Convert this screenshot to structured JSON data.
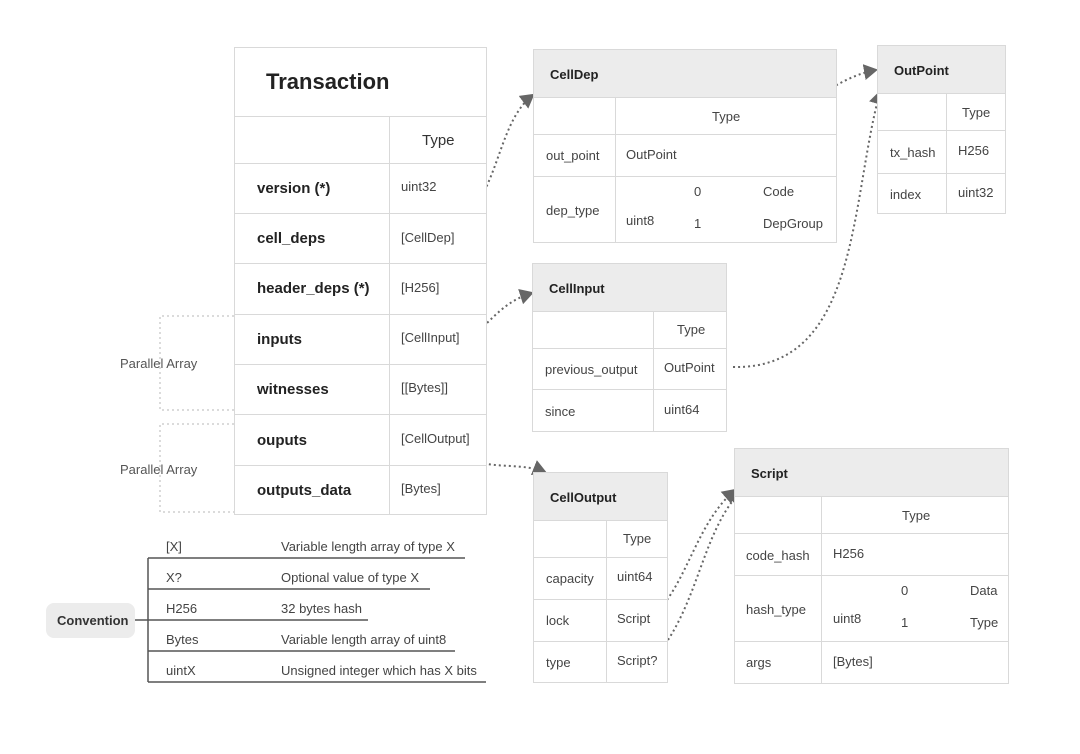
{
  "transaction": {
    "title": "Transaction",
    "type_header": "Type",
    "fields": [
      {
        "name": "version (*)",
        "type": "uint32"
      },
      {
        "name": "cell_deps",
        "type": "[CellDep]"
      },
      {
        "name": "header_deps (*)",
        "type": "[H256]"
      },
      {
        "name": "inputs",
        "type": "[CellInput]"
      },
      {
        "name": "witnesses",
        "type": "[[Bytes]]"
      },
      {
        "name": "ouputs",
        "type": "[CellOutput]"
      },
      {
        "name": "outputs_data",
        "type": "[Bytes]"
      }
    ],
    "parallel_label_1": "Parallel Array",
    "parallel_label_2": "Parallel Array"
  },
  "celldep": {
    "title": "CellDep",
    "type_header": "Type",
    "out_point": {
      "name": "out_point",
      "type": "OutPoint"
    },
    "dep_type": {
      "name": "dep_type",
      "type": "uint8",
      "options": [
        {
          "value": "0",
          "label": "Code"
        },
        {
          "value": "1",
          "label": "DepGroup"
        }
      ]
    }
  },
  "outpoint": {
    "title": "OutPoint",
    "type_header": "Type",
    "fields": [
      {
        "name": "tx_hash",
        "type": "H256"
      },
      {
        "name": "index",
        "type": "uint32"
      }
    ]
  },
  "cellinput": {
    "title": "CellInput",
    "type_header": "Type",
    "fields": [
      {
        "name": "previous_output",
        "type": "OutPoint"
      },
      {
        "name": "since",
        "type": "uint64"
      }
    ]
  },
  "celloutput": {
    "title": "CellOutput",
    "type_header": "Type",
    "fields": [
      {
        "name": "capacity",
        "type": "uint64"
      },
      {
        "name": "lock",
        "type": "Script"
      },
      {
        "name": "type",
        "type": "Script?"
      }
    ]
  },
  "script": {
    "title": "Script",
    "type_header": "Type",
    "code_hash": {
      "name": "code_hash",
      "type": "H256"
    },
    "hash_type": {
      "name": "hash_type",
      "type": "uint8",
      "options": [
        {
          "value": "0",
          "label": "Data"
        },
        {
          "value": "1",
          "label": "Type"
        }
      ]
    },
    "args": {
      "name": "args",
      "type": "[Bytes]"
    }
  },
  "convention": {
    "label": "Convention",
    "items": [
      {
        "key": "[X]",
        "desc": "Variable length array of type X"
      },
      {
        "key": "X?",
        "desc": "Optional value of type X"
      },
      {
        "key": "H256",
        "desc": "32 bytes hash"
      },
      {
        "key": "Bytes",
        "desc": "Variable length array of uint8"
      },
      {
        "key": "uintX",
        "desc": "Unsigned integer which has X bits"
      }
    ]
  },
  "colors": {
    "header_bg": "#ececec",
    "border": "#d9d9d9",
    "link": "#666666"
  }
}
